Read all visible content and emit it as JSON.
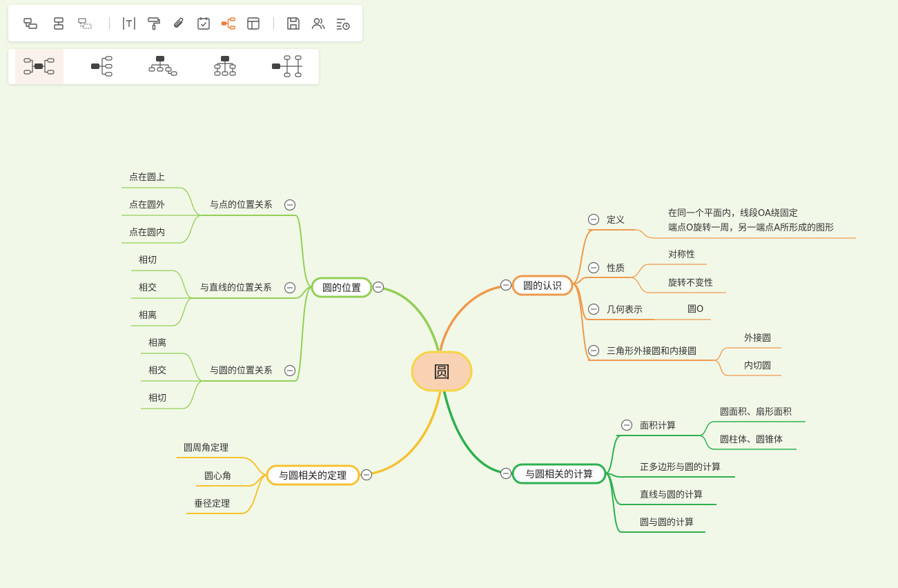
{
  "toolbar": {
    "buttons": [
      {
        "name": "insert-child-topic-icon"
      },
      {
        "name": "insert-sibling-topic-icon"
      },
      {
        "name": "insert-floating-topic-icon"
      },
      {
        "name": "insert-text-icon"
      },
      {
        "name": "format-painter-icon"
      },
      {
        "name": "attachment-icon"
      },
      {
        "name": "task-icon"
      },
      {
        "name": "structure-icon",
        "active": true
      },
      {
        "name": "layout-panel-icon"
      },
      {
        "name": "save-icon"
      },
      {
        "name": "collaborators-icon"
      },
      {
        "name": "history-icon"
      }
    ]
  },
  "layouts": [
    {
      "name": "layout-mindmap",
      "active": true
    },
    {
      "name": "layout-logic-right"
    },
    {
      "name": "layout-org-chart"
    },
    {
      "name": "layout-tree-chart"
    },
    {
      "name": "layout-timeline"
    }
  ],
  "mindmap": {
    "root": {
      "label": "圆"
    },
    "branches": {
      "recognition": {
        "label": "圆的认识",
        "color": "#f0994d",
        "definition": {
          "label": "定义",
          "text_line1": "在同一个平面内，线段OA绕固定",
          "text_line2": "端点O旋转一周，另一端点A所形成的图形"
        },
        "properties": {
          "label": "性质",
          "children": [
            "对称性",
            "旋转不变性"
          ]
        },
        "notation": {
          "label": "几何表示",
          "children": [
            "圆O"
          ]
        },
        "triangle": {
          "label": "三角形外接圆和内接圆",
          "children": [
            "外接圆",
            "内切圆"
          ]
        }
      },
      "calculation": {
        "label": "与圆相关的计算",
        "color": "#2db04e",
        "area": {
          "label": "面积计算",
          "children": [
            "圆面积、扇形面积",
            "圆柱体、圆锥体"
          ]
        },
        "items": [
          "正多边形与圆的计算",
          "直线与圆的计算",
          "圆与圆的计算"
        ]
      },
      "position": {
        "label": "圆的位置",
        "color": "#93cf55",
        "point": {
          "label": "与点的位置关系",
          "children": [
            "点在圆上",
            "点在圆外",
            "点在圆内"
          ]
        },
        "line": {
          "label": "与直线的位置关系",
          "children": [
            "相切",
            "相交",
            "相离"
          ]
        },
        "circle": {
          "label": "与圆的位置关系",
          "children": [
            "相离",
            "相交",
            "相切"
          ]
        }
      },
      "theorems": {
        "label": "与圆相关的定理",
        "color": "#f7c12f",
        "children": [
          "圆周角定理",
          "圆心角",
          "垂径定理"
        ]
      }
    },
    "root_fill": "#f9d2b3",
    "root_border": "#f5d547"
  }
}
